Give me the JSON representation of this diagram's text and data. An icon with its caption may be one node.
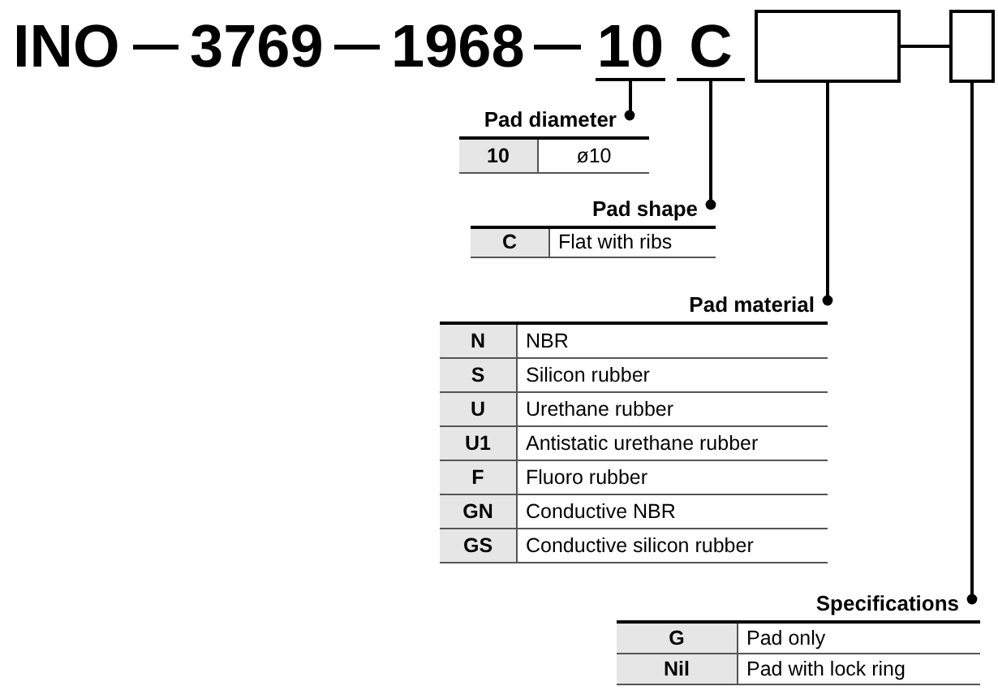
{
  "diagram": {
    "nodes": [
      {
        "text": [
          "10"
        ]
      },
      {
        "text": [
          "C"
        ]
      },
      {
        "text": [],
        "shape": "box"
      },
      {
        "text": [],
        "shape": "box"
      },
      {
        "text": [
          "Pad diameter",
          "10",
          "ø10"
        ]
      },
      {
        "text": [
          "Pad shape",
          "C",
          "Flat with ribs"
        ]
      },
      {
        "text": [
          "Pad material",
          "N",
          "NBR",
          "S",
          "Silicon rubber",
          "U",
          "Urethane rubber",
          "U1",
          "Antistatic urethane rubber",
          "F",
          "Fluoro rubber",
          "GN",
          "Conductive NBR",
          "GS",
          "Conductive silicon rubber"
        ]
      },
      {
        "text": [
          "Specifications",
          "G",
          "Pad only",
          "Nil",
          "Pad with lock ring"
        ]
      }
    ],
    "edges": [
      {
        "from": 0,
        "to": 4,
        "arrow": "other"
      },
      {
        "from": 1,
        "to": 5,
        "arrow": "other"
      },
      {
        "from": 2,
        "to": 6,
        "arrow": "other"
      },
      {
        "from": 3,
        "to": 7,
        "arrow": "other"
      },
      {
        "from": 2,
        "to": 3,
        "arrow": "none"
      }
    ],
    "labels": [
      "INO",
      "3769",
      "1968"
    ]
  }
}
